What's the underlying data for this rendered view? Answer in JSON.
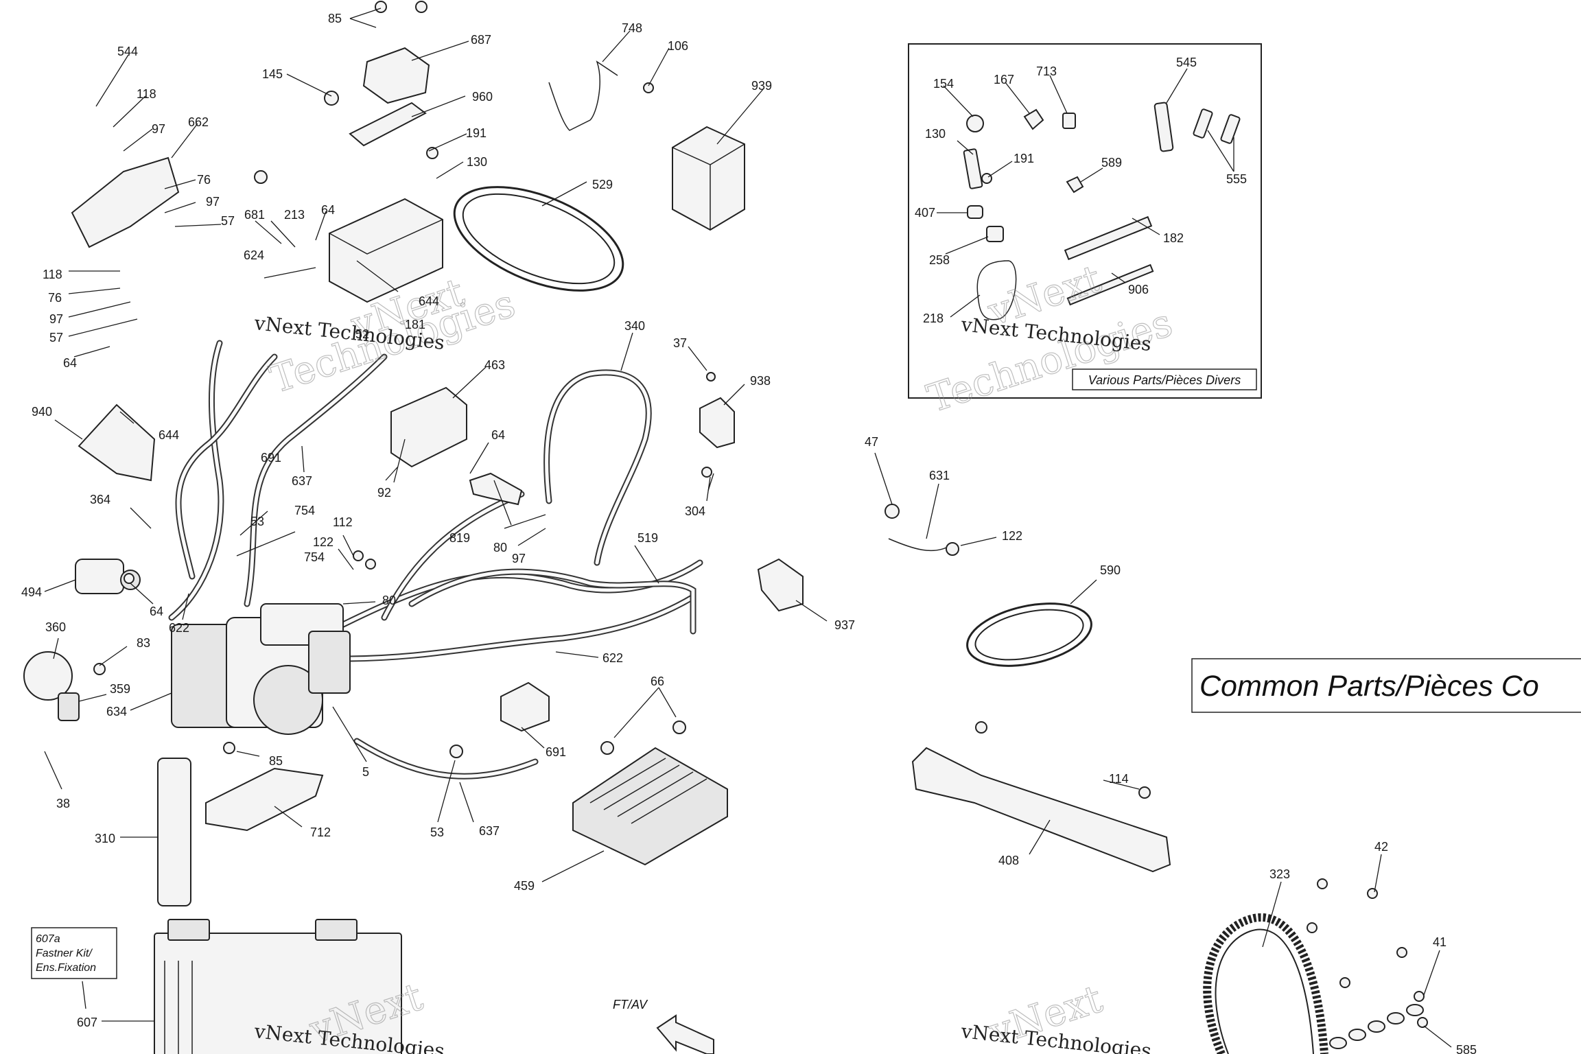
{
  "callouts": [
    "85",
    "687",
    "748",
    "106",
    "939",
    "544",
    "118",
    "97",
    "662",
    "145",
    "960",
    "191",
    "130",
    "76",
    "97",
    "57",
    "681",
    "213",
    "64",
    "529",
    "118",
    "624",
    "76",
    "97",
    "57",
    "644",
    "181",
    "64",
    "340",
    "463",
    "37",
    "938",
    "940",
    "644",
    "637",
    "691",
    "92",
    "64",
    "364",
    "53",
    "754",
    "112",
    "122",
    "754",
    "819",
    "80",
    "97",
    "519",
    "304",
    "494",
    "64",
    "622",
    "80",
    "360",
    "83",
    "622",
    "359",
    "634",
    "85",
    "5",
    "691",
    "66",
    "38",
    "53",
    "637",
    "310",
    "712",
    "459",
    "607",
    "154",
    "167",
    "713",
    "545",
    "130",
    "191",
    "589",
    "555",
    "407",
    "182",
    "258",
    "906",
    "218",
    "47",
    "631",
    "122",
    "590",
    "937",
    "114",
    "408",
    "42",
    "323",
    "41",
    "585",
    "52"
  ],
  "labels": {
    "various_parts": "Various Parts/Pièces Divers",
    "common_parts": "Common Parts/Pièces Co",
    "fastener_kit": [
      "607a",
      "Fastner Kit/",
      "Ens.Fixation"
    ],
    "direction": "FT/AV"
  },
  "watermarks": {
    "brand": "vNext",
    "brand_full": "vNext Technologies",
    "tech": "Technologies"
  }
}
